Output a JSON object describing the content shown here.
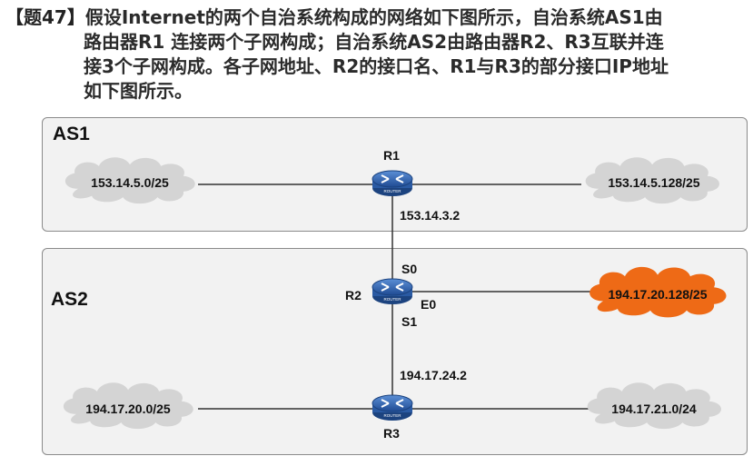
{
  "question": {
    "number": "【题47】",
    "line1": "假设Internet的两个自治系统构成的网络如下图所示，自治系统AS1由",
    "line2": "路由器R1 连接两个子网构成；自治系统AS2由路由器R2、R3互联并连",
    "line3": "接3个子网构成。各子网地址、R2的接口名、R1与R3的部分接口IP地址",
    "line4": "如下图所示。"
  },
  "diagram": {
    "as1_label": "AS1",
    "as2_label": "AS2",
    "routers": {
      "r1": "R1",
      "r2": "R2",
      "r3": "R3",
      "badge": "ROUTER"
    },
    "subnets": {
      "as1_left": "153.14.5.0/25",
      "as1_right": "153.14.5.128/25",
      "as2_right": "194.17.20.128/25",
      "as2_bottom_left": "194.17.20.0/25",
      "as2_bottom_right": "194.17.21.0/24"
    },
    "interfaces": {
      "r1_ip": "153.14.3.2",
      "r2_s0": "S0",
      "r2_e0": "E0",
      "r2_s1": "S1",
      "r3_ip": "194.17.24.2"
    },
    "colors": {
      "cloud_gray": "#d4d4d4",
      "cloud_highlight": "#ee6a16",
      "router_blue": "#2f63ae",
      "box_bg": "#f2f2f2"
    }
  }
}
